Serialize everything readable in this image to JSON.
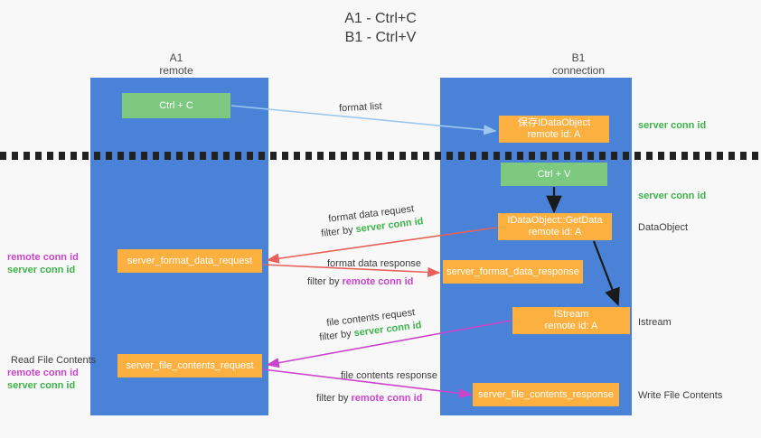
{
  "title": {
    "line1": "A1 - Ctrl+C",
    "line2": "B1 - Ctrl+V"
  },
  "lanes": [
    {
      "id": "a1",
      "name": "A1",
      "role": "remote"
    },
    {
      "id": "b1",
      "name": "B1",
      "role": "connection"
    }
  ],
  "nodes": {
    "ctrl_c": {
      "line1": "Ctrl + C",
      "line2": "",
      "color": "#7dc97f"
    },
    "idataobject": {
      "line1": "保存IDataObject",
      "line2": "remote id: A",
      "color": "#fcb040"
    },
    "ctrl_v": {
      "line1": "Ctrl + V",
      "line2": "",
      "color": "#7dc97f"
    },
    "getdata": {
      "line1": "IDataObject::GetData",
      "line2": "remote id: A",
      "color": "#fcb040"
    },
    "server_format_data_request": {
      "line1": "server_format_data_request",
      "line2": "",
      "color": "#fcb040"
    },
    "server_format_data_response": {
      "line1": "server_format_data_response",
      "line2": "",
      "color": "#fcb040"
    },
    "istream": {
      "line1": "IStream",
      "line2": "remote id: A",
      "color": "#fcb040"
    },
    "server_file_contents_request": {
      "line1": "server_file_contents_request",
      "line2": "",
      "color": "#fcb040"
    },
    "server_file_contents_response": {
      "line1": "server_file_contents_response",
      "line2": "",
      "color": "#fcb040"
    }
  },
  "side_notes": {
    "server_conn_id_1": "server conn id",
    "server_conn_id_2": "server conn id",
    "dataobject": "DataObject",
    "istream": "Istream",
    "write_file_contents": "Write File Contents"
  },
  "left_notes": {
    "group1": {
      "remote": "remote conn id",
      "server": "server conn id"
    },
    "group2": {
      "heading": "Read File Contents",
      "remote": "remote conn id",
      "server": "server conn id"
    }
  },
  "arrow_labels": {
    "format_list": "format list",
    "format_data_request": "format data request",
    "format_data_request_filter_prefix": "filter by ",
    "format_data_request_filter_key": "server conn id",
    "format_data_response": "format data response",
    "format_data_response_filter_prefix": "filter by ",
    "format_data_response_filter_key": "remote conn id",
    "file_contents_request": "file contents request",
    "file_contents_request_filter_prefix": "filter by ",
    "file_contents_request_filter_key": "server conn id",
    "file_contents_response": "file contents response",
    "file_contents_response_filter_prefix": "filter by ",
    "file_contents_response_filter_key": "remote conn id"
  },
  "colors": {
    "lane": "#4a82d8",
    "green_node": "#7dc97f",
    "orange_node": "#fcb040",
    "green_text": "#3cb44b",
    "purple_text": "#cc44cc",
    "red_arrow": "#e8605a",
    "magenta_arrow": "#cc44cc",
    "light_blue_arrow": "#9cc8ef",
    "black_arrow": "#1a1a1a",
    "background": "#f8f8f8"
  }
}
